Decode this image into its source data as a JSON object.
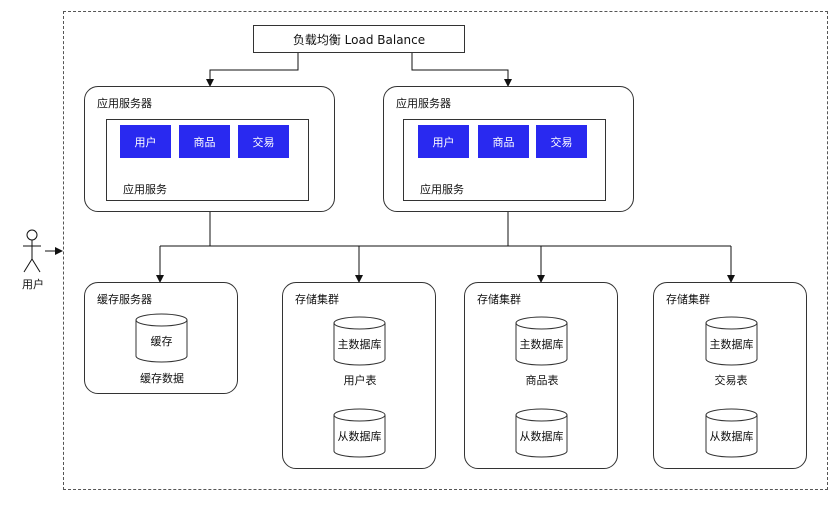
{
  "load_balancer": "负载均衡 Load Balance",
  "user": "用户",
  "app_servers": [
    {
      "title": "应用服务器",
      "modules": [
        "用户",
        "商品",
        "交易"
      ],
      "service": "应用服务"
    },
    {
      "title": "应用服务器",
      "modules": [
        "用户",
        "商品",
        "交易"
      ],
      "service": "应用服务"
    }
  ],
  "cache": {
    "title": "缓存服务器",
    "db": "缓存",
    "caption": "缓存数据"
  },
  "storage": [
    {
      "title": "存储集群",
      "master": "主数据库",
      "caption": "用户表",
      "slave": "从数据库"
    },
    {
      "title": "存储集群",
      "master": "主数据库",
      "caption": "商品表",
      "slave": "从数据库"
    },
    {
      "title": "存储集群",
      "master": "主数据库",
      "caption": "交易表",
      "slave": "从数据库"
    }
  ],
  "colors": {
    "module_fill": "#2929f0",
    "module_text": "#ffffff",
    "stroke": "#333333"
  }
}
